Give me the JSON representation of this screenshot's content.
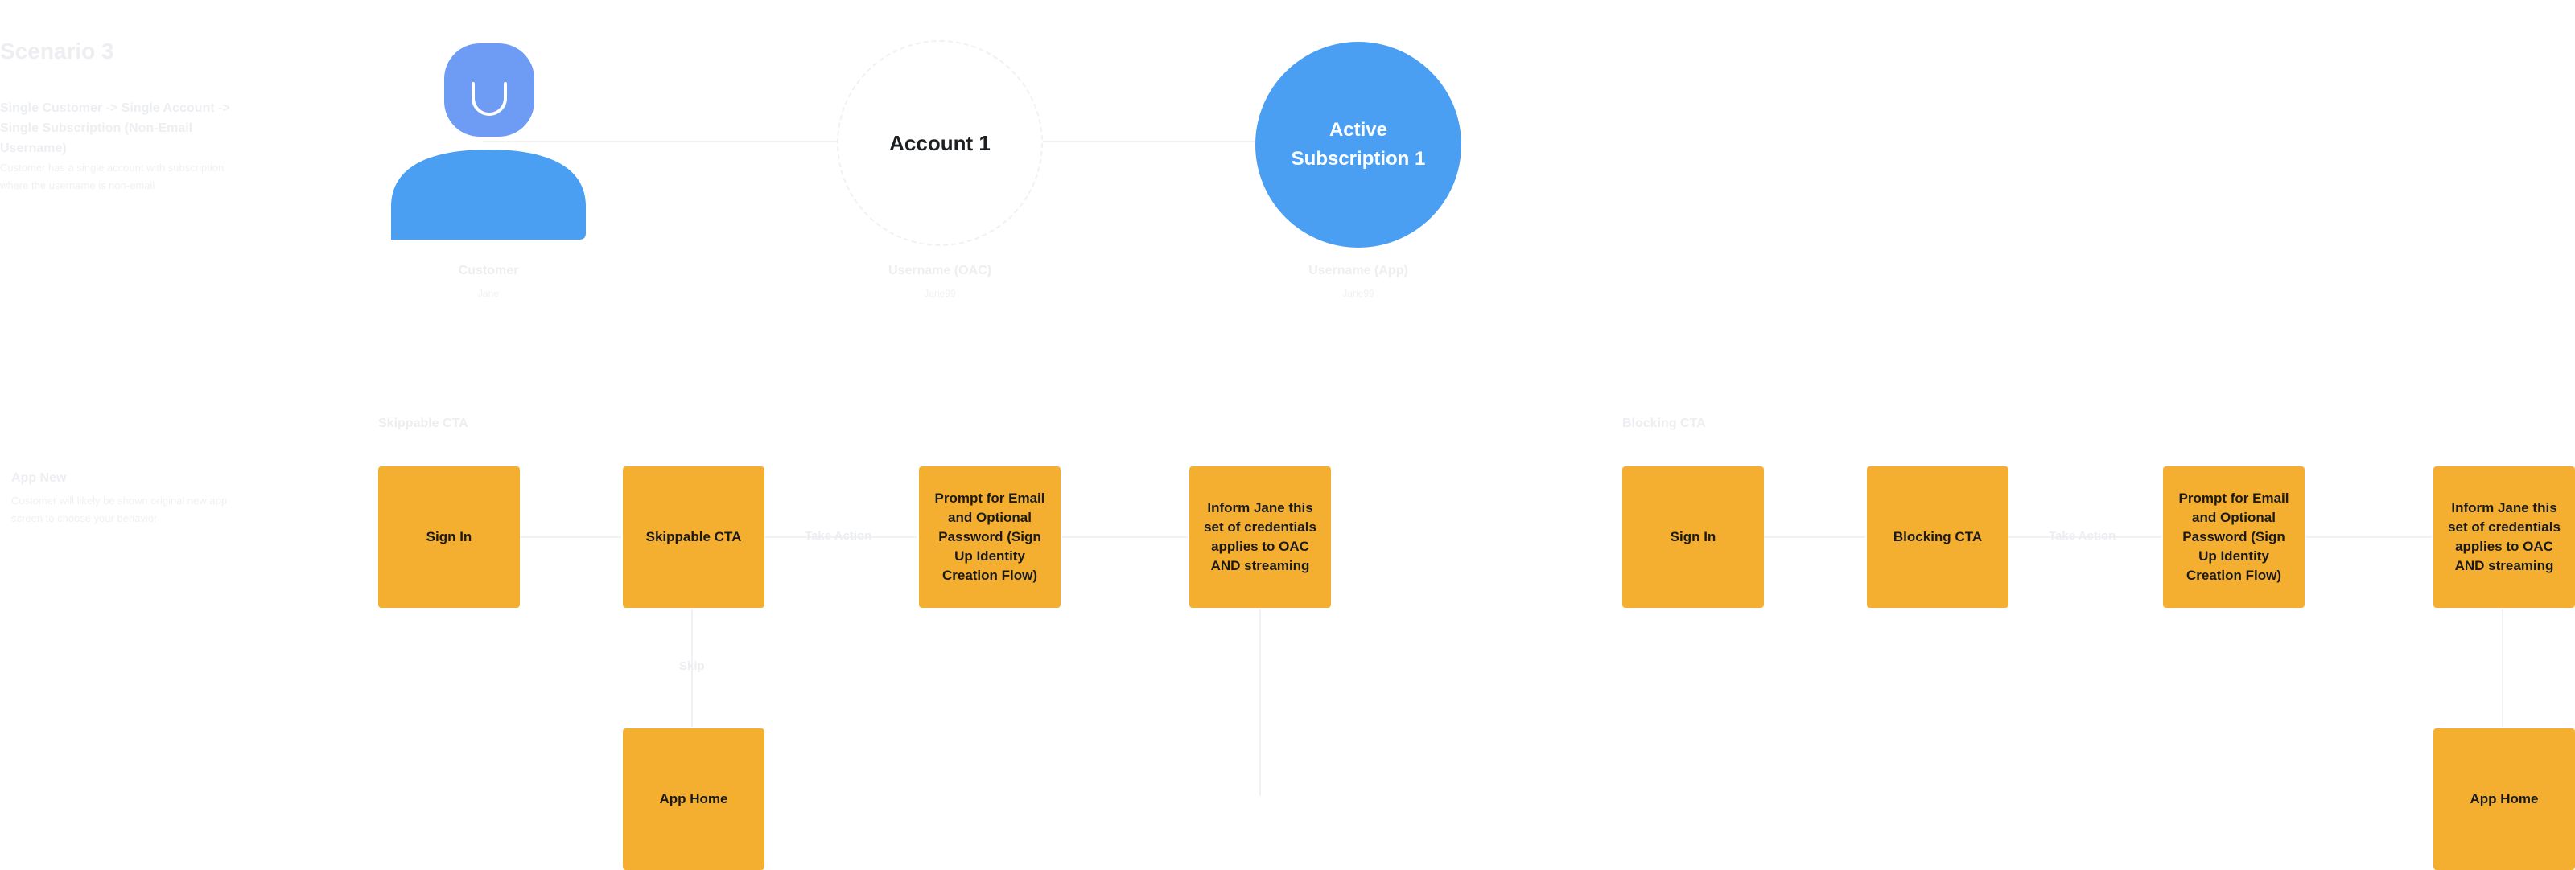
{
  "scenario": {
    "title": "Scenario 3",
    "subtitle": "Single Customer -> Single Account -> Single Subscription (Non-Email Username)",
    "description": "Customer has a single account with subscription where the username is non-email"
  },
  "entities": {
    "customer": {
      "caption": "Customer",
      "sub": "Jane"
    },
    "account": {
      "label": "Account 1",
      "caption": "Username (OAC)",
      "sub": "Jane99"
    },
    "subscription": {
      "label_line1": "Active",
      "label_line2": "Subscription 1",
      "caption": "Username (App)",
      "sub": "Jane99"
    }
  },
  "flow": {
    "title": "App New",
    "description": "Customer will likely be shown original new app screen to choose your behavior"
  },
  "skippable": {
    "section_label": "Skippable CTA",
    "sign_in": "Sign In",
    "cta": "Skippable CTA",
    "edge_take_action": "Take Action",
    "prompt": "Prompt for Email and Optional Password (Sign Up Identity Creation Flow)",
    "inform": "Inform Jane this set of credentials applies to OAC AND streaming",
    "edge_skip": "Skip",
    "app_home": "App Home"
  },
  "blocking": {
    "section_label": "Blocking CTA",
    "sign_in": "Sign In",
    "cta": "Blocking CTA",
    "edge_take_action": "Take Action",
    "prompt": "Prompt for Email and Optional Password (Sign Up Identity Creation Flow)",
    "inform": "Inform Jane this set of credentials applies to OAC AND streaming",
    "app_home": "App Home"
  },
  "colors": {
    "box": "#f4ae30",
    "subscription": "#4a9ff3",
    "avatar_head": "#6e9cf4",
    "avatar_body": "#4a9ff3"
  },
  "icons": {
    "customer": "person-icon"
  }
}
